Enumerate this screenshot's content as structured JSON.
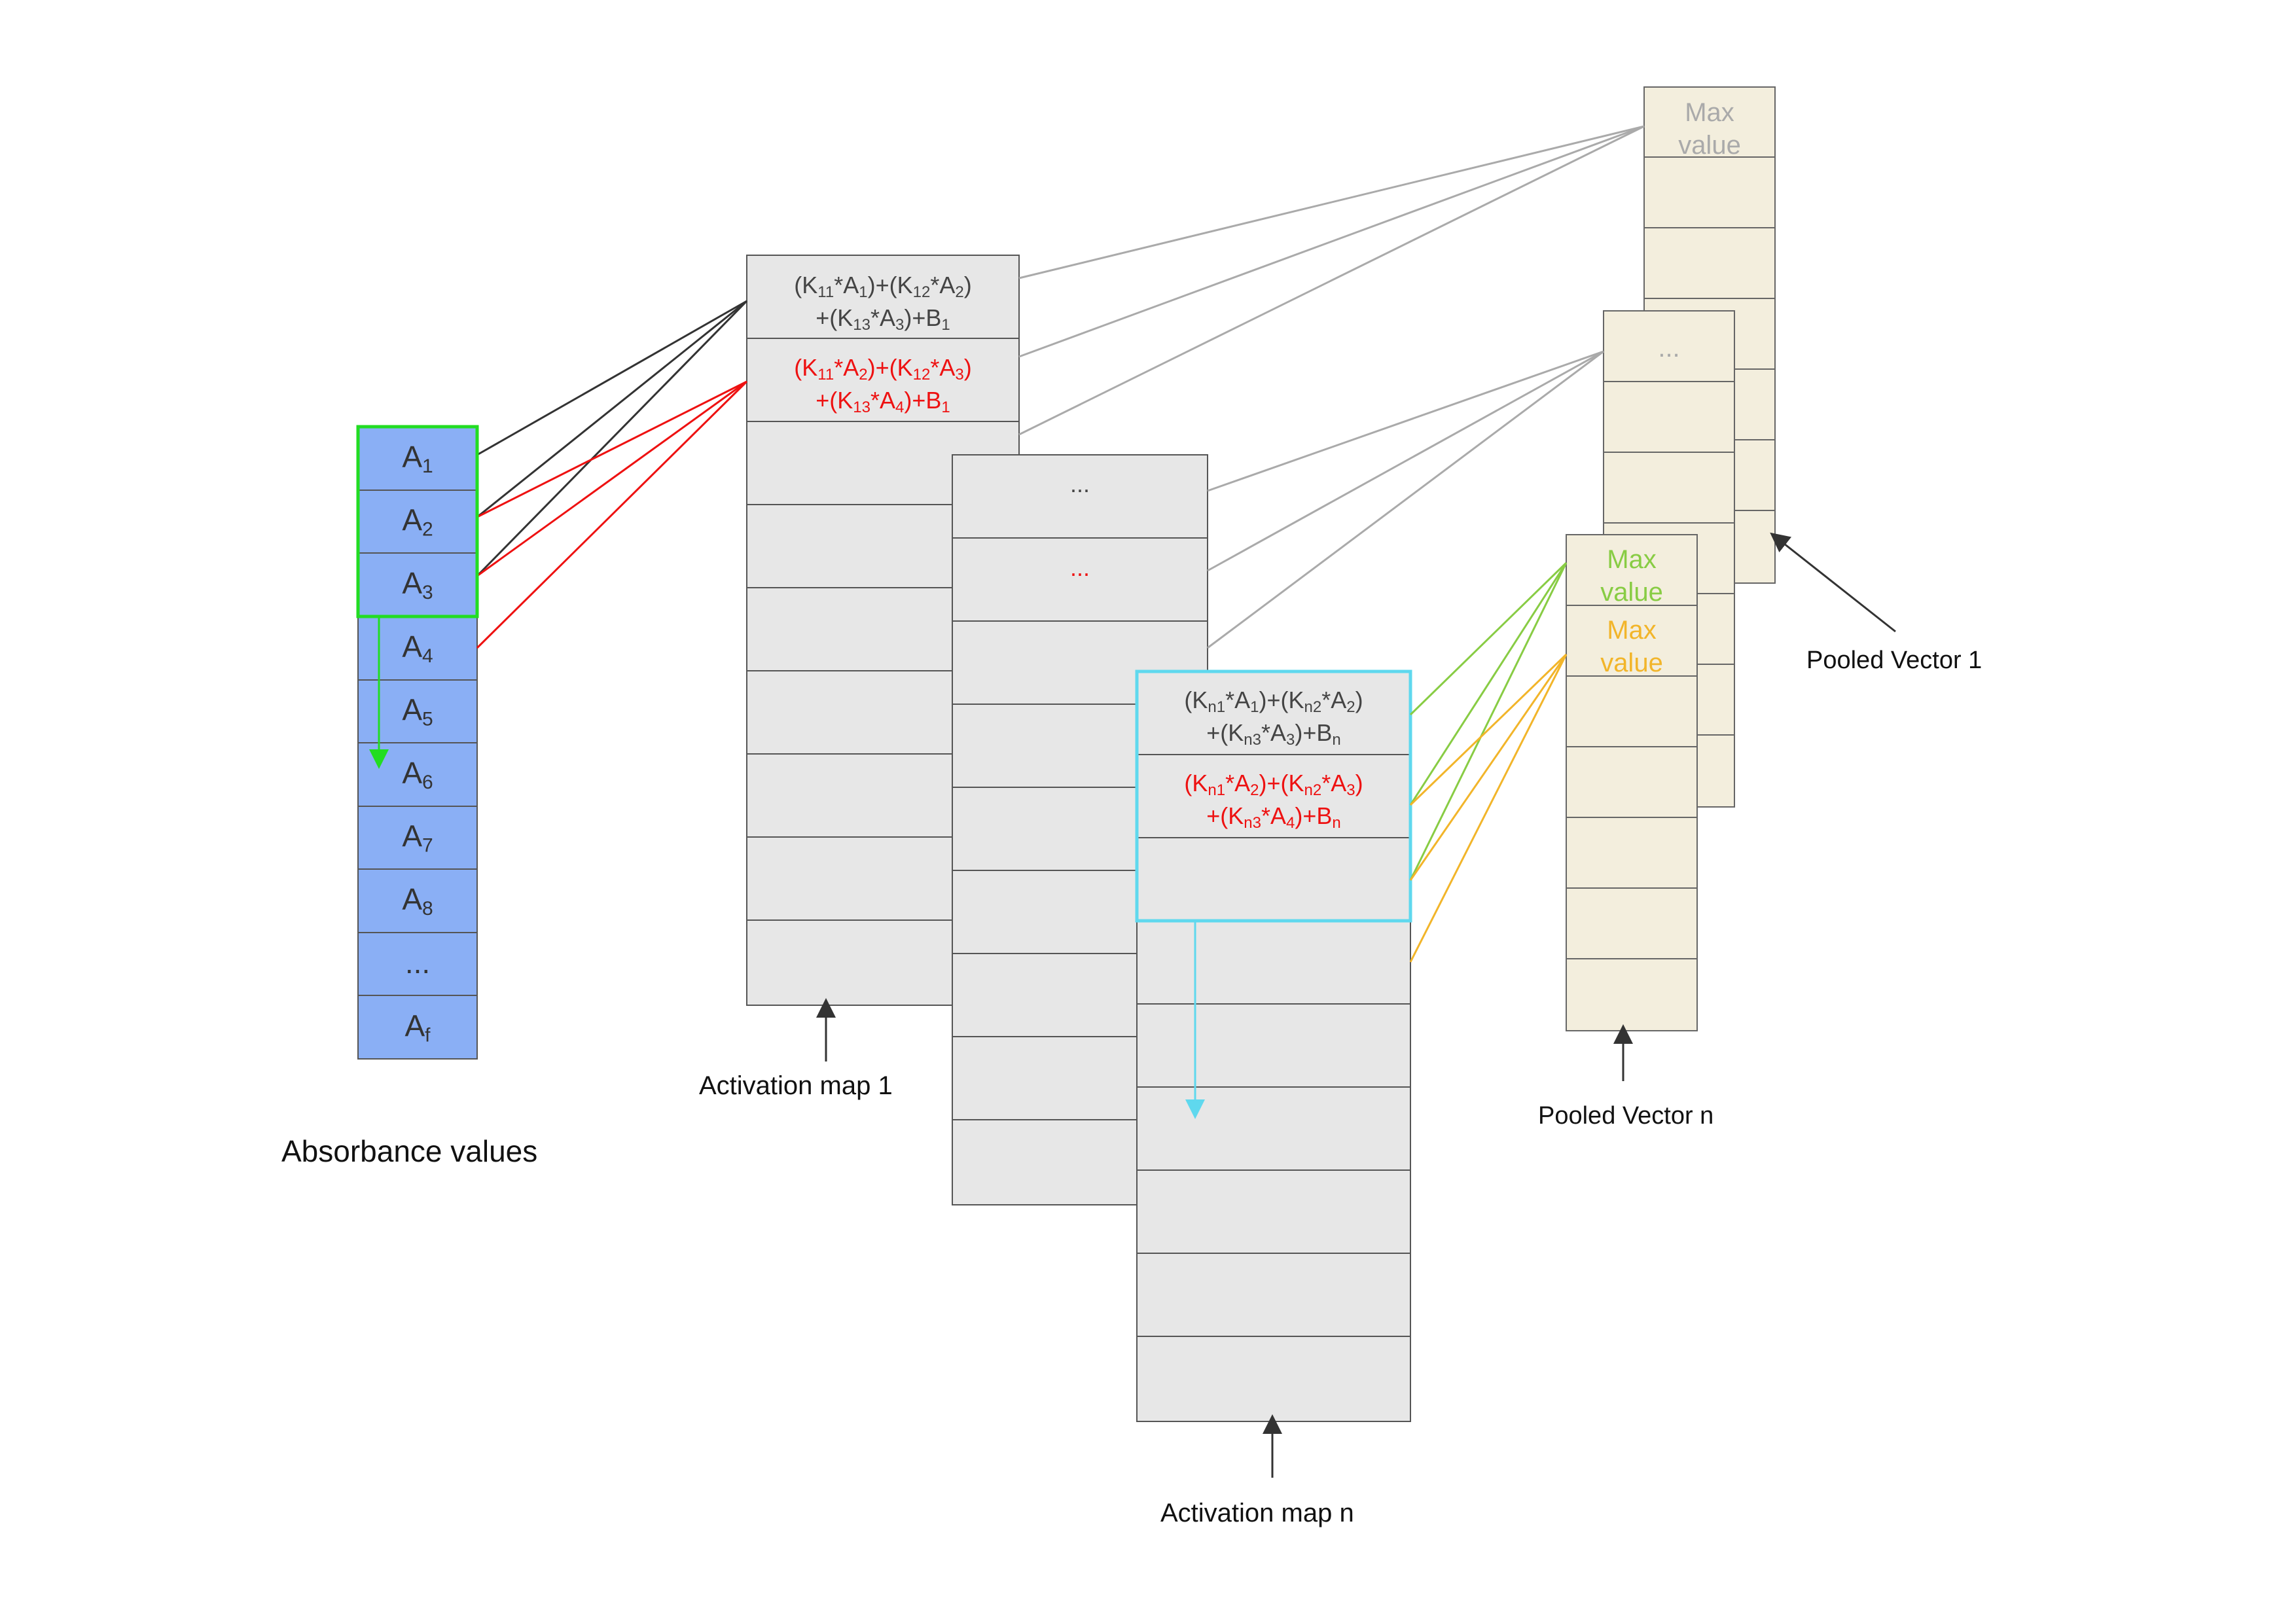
{
  "captions": {
    "absorbance": "Absorbance values",
    "activation_map_1": "Activation map 1",
    "activation_map_n": "Activation map n",
    "pooled_vector_1": "Pooled Vector 1",
    "pooled_vector_n": "Pooled Vector n"
  },
  "absorbance_cells": [
    {
      "base": "A",
      "sub": "1"
    },
    {
      "base": "A",
      "sub": "2"
    },
    {
      "base": "A",
      "sub": "3"
    },
    {
      "base": "A",
      "sub": "4"
    },
    {
      "base": "A",
      "sub": "5"
    },
    {
      "base": "A",
      "sub": "6"
    },
    {
      "base": "A",
      "sub": "7"
    },
    {
      "base": "A",
      "sub": "8"
    },
    {
      "base": "...",
      "sub": ""
    },
    {
      "base": "A",
      "sub": "f"
    }
  ],
  "activation_map_1": {
    "row1": {
      "line1": [
        {
          "t": "(K"
        },
        {
          "s": "11"
        },
        {
          "t": "*A"
        },
        {
          "s": "1"
        },
        {
          "t": ")+(K"
        },
        {
          "s": "12"
        },
        {
          "t": "*A"
        },
        {
          "s": "2"
        },
        {
          "t": ")"
        }
      ],
      "line2": [
        {
          "t": "+(K"
        },
        {
          "s": "13"
        },
        {
          "t": "*A"
        },
        {
          "s": "3"
        },
        {
          "t": ")+B"
        },
        {
          "s": "1"
        }
      ]
    },
    "row2": {
      "line1": [
        {
          "t": "(K"
        },
        {
          "s": "11"
        },
        {
          "t": "*A"
        },
        {
          "s": "2"
        },
        {
          "t": ")+(K"
        },
        {
          "s": "12"
        },
        {
          "t": "*A"
        },
        {
          "s": "3"
        },
        {
          "t": ")"
        }
      ],
      "line2": [
        {
          "t": "+(K"
        },
        {
          "s": "13"
        },
        {
          "t": "*A"
        },
        {
          "s": "4"
        },
        {
          "t": ")+B"
        },
        {
          "s": "1"
        }
      ]
    }
  },
  "activation_map_mid": {
    "row1": "...",
    "row2": "..."
  },
  "activation_map_n": {
    "row1": {
      "line1": [
        {
          "t": "(K"
        },
        {
          "s": "n1"
        },
        {
          "t": "*A"
        },
        {
          "s": "1"
        },
        {
          "t": ")+(K"
        },
        {
          "s": "n2"
        },
        {
          "t": "*A"
        },
        {
          "s": "2"
        },
        {
          "t": ")"
        }
      ],
      "line2": [
        {
          "t": "+(K"
        },
        {
          "s": "n3"
        },
        {
          "t": "*A"
        },
        {
          "s": "3"
        },
        {
          "t": ")+B"
        },
        {
          "s": "n"
        }
      ]
    },
    "row2": {
      "line1": [
        {
          "t": "(K"
        },
        {
          "s": "n1"
        },
        {
          "t": "*A"
        },
        {
          "s": "2"
        },
        {
          "t": ")+(K"
        },
        {
          "s": "n2"
        },
        {
          "t": "*A"
        },
        {
          "s": "3"
        },
        {
          "t": ")"
        }
      ],
      "line2": [
        {
          "t": "+(K"
        },
        {
          "s": "n3"
        },
        {
          "t": "*A"
        },
        {
          "s": "4"
        },
        {
          "t": ")+B"
        },
        {
          "s": "n"
        }
      ]
    }
  },
  "pooled_vector_1": {
    "cell1_line1": "Max",
    "cell1_line2": "value"
  },
  "pooled_vector_mid": {
    "cell1": "..."
  },
  "pooled_vector_n": {
    "cell1_line1": "Max",
    "cell1_line2": "value",
    "cell2_line1": "Max",
    "cell2_line2": "value"
  },
  "colors": {
    "absorbance_fill": "#8aaff5",
    "activation_fill": "#e7e7e7",
    "pooled_fill": "#f3eedd",
    "window_green": "#22dd22",
    "window_cyan": "#5fd8ee",
    "row1_black": "#333333",
    "row2_red": "#ee1111",
    "max_green": "#88cc44",
    "max_orange": "#f2b52a",
    "gray_text": "#aaaaaa",
    "gray_line": "#aaaaaa"
  }
}
